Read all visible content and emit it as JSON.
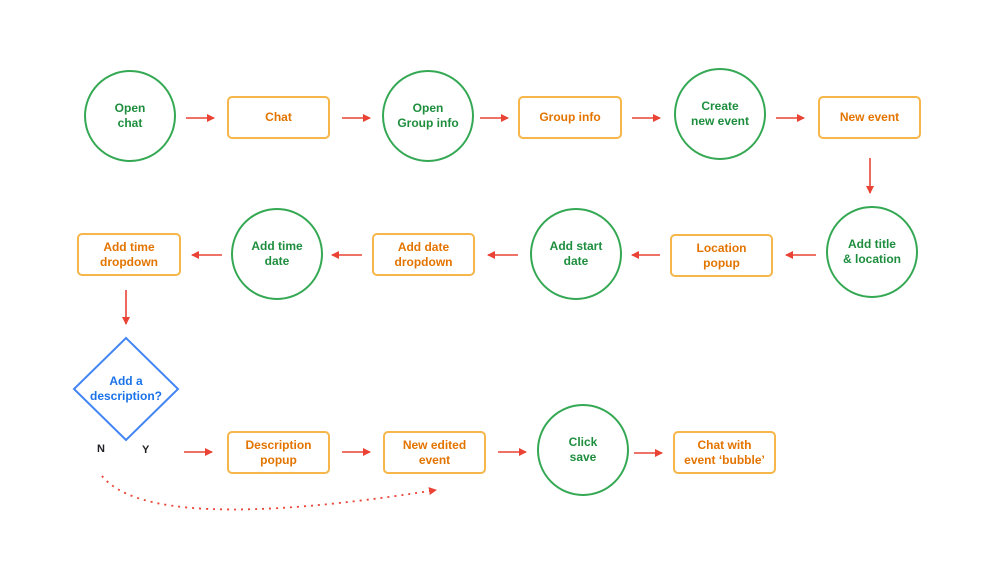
{
  "flow": {
    "open_chat": "Open\nchat",
    "chat": "Chat",
    "open_group_info": "Open\nGroup info",
    "group_info": "Group info",
    "create_new_event": "Create\nnew event",
    "new_event": "New event",
    "add_title_location": "Add title\n& location",
    "location_popup": "Location\npopup",
    "add_start_date": "Add start\ndate",
    "add_date_dropdown": "Add date\ndropdown",
    "add_time_date": "Add time\ndate",
    "add_time_dropdown": "Add time\ndropdown",
    "add_description": "Add a\ndescription?",
    "branch_no": "N",
    "branch_yes": "Y",
    "description_popup": "Description\npopup",
    "new_edited_event": "New edited\nevent",
    "click_save": "Click\nsave",
    "chat_with_bubble": "Chat with\nevent ‘bubble’"
  },
  "colors": {
    "action_stroke": "#34a853",
    "action_text": "#1e8e3e",
    "screen_stroke": "#f6b64a",
    "screen_text": "#e37400",
    "decision_stroke": "#4285f4",
    "decision_text": "#1a73e8",
    "arrow": "#ea4335"
  }
}
